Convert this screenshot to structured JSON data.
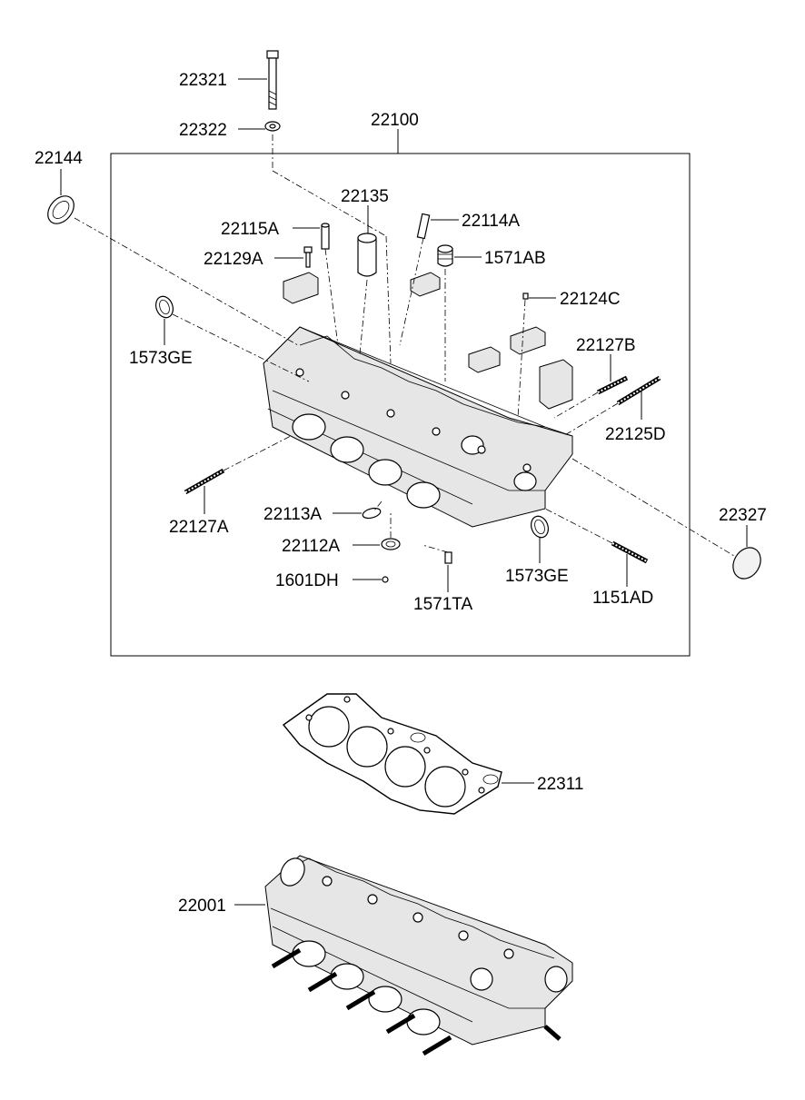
{
  "labels": {
    "p22321": "22321",
    "p22322": "22322",
    "p22100": "22100",
    "p22144": "22144",
    "p22135": "22135",
    "p22115A": "22115A",
    "p22114A": "22114A",
    "p22129A": "22129A",
    "p1571AB": "1571AB",
    "p22124C": "22124C",
    "p1573GE_left": "1573GE",
    "p22127B": "22127B",
    "p22125D": "22125D",
    "p22327": "22327",
    "p22127A": "22127A",
    "p22113A": "22113A",
    "p22112A": "22112A",
    "p1601DH": "1601DH",
    "p1571TA": "1571TA",
    "p1573GE_right": "1573GE",
    "p1151AD": "1151AD",
    "p22311": "22311",
    "p22001": "22001"
  }
}
